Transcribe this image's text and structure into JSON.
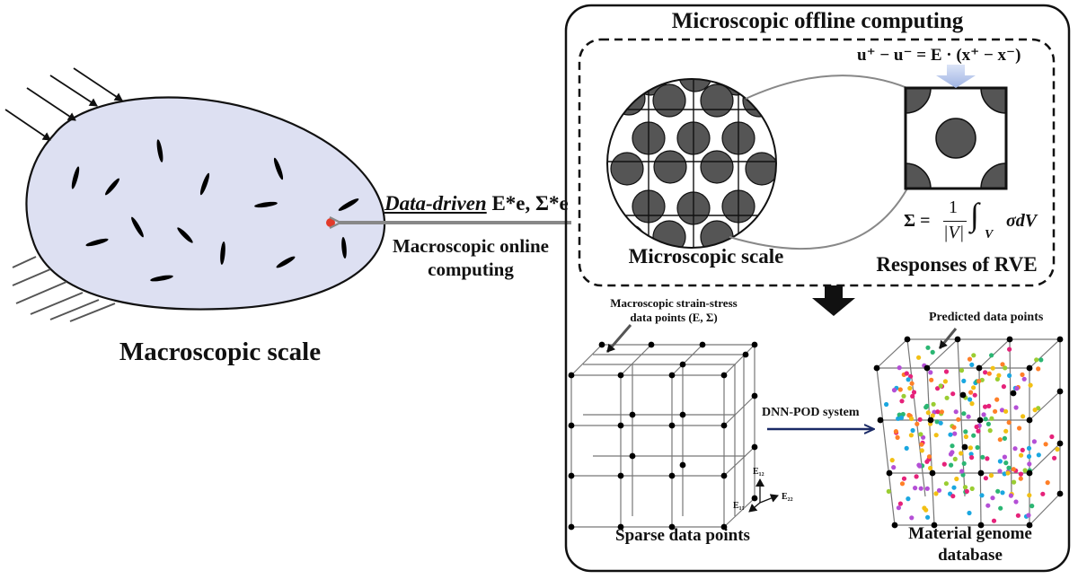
{
  "macro": {
    "scale_label": "Macroscopic scale",
    "online_line1": "Macroscopic online",
    "online_line2": "computing",
    "data_driven_word": "Data-driven",
    "data_driven_symbols": "E*e, Σ*e",
    "body_color": "#dde0f2",
    "point_color": "#e23a2a"
  },
  "micro": {
    "title": "Microscopic offline computing",
    "scale_label": "Microscopic scale",
    "rve_label": "Responses of RVE",
    "bc_equation": "u⁺ − u⁻ = E · (x⁺ − x⁻)",
    "avg_equation_lhs": "Σ =",
    "avg_equation_frac_num": "1",
    "avg_equation_frac_den": "|V|",
    "avg_equation_rhs": "σdV",
    "avg_equation_sub": "V",
    "inclusion_color": "#555555"
  },
  "bottom": {
    "strain_stress_line1": "Macroscopic strain-stress",
    "strain_stress_line2": "data points (E, Σ)",
    "sparse_label": "Sparse data points",
    "arrow_label": "DNN-POD system",
    "predicted_label": "Predicted data points",
    "genome_line1": "Material genome",
    "genome_line2": "database",
    "axis_e12": "E₁₂",
    "axis_e11": "E₁₁",
    "axis_e22": "E₂₂",
    "arrow_color": "#1a2a66"
  }
}
